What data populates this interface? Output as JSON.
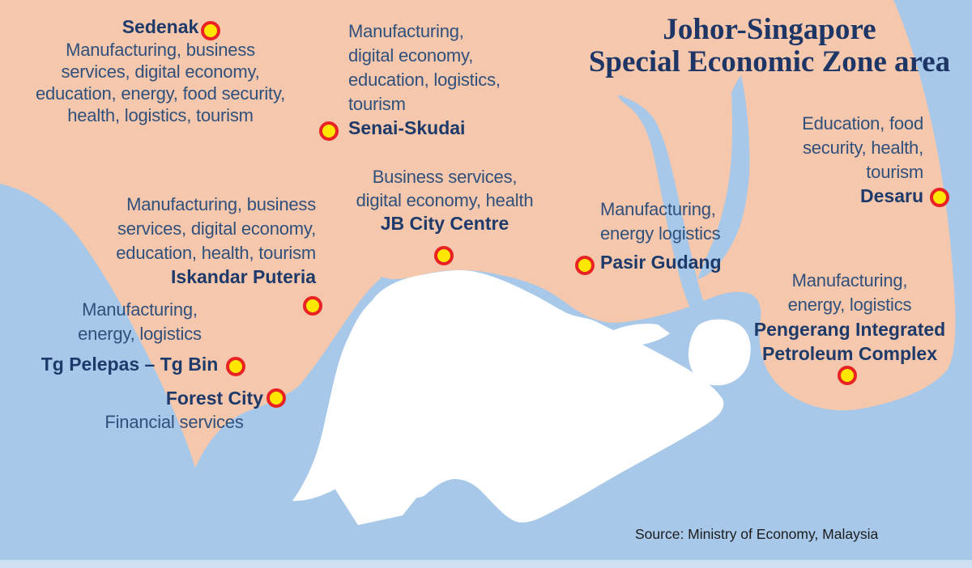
{
  "title": {
    "line1": "Johor-Singapore",
    "line2": "Special Economic Zone area"
  },
  "source": "Source: Ministry of Economy, Malaysia",
  "colors": {
    "water": "#a7c8e9",
    "land": "#f5c7ac",
    "singapore": "#ffffff",
    "marker_fill": "#ffe700",
    "marker_border": "#e92223",
    "title_text": "#1d3666",
    "description_text": "#30507c",
    "location_name_text": "#1d3a6a"
  },
  "locations": {
    "sedenak": {
      "name": "Sedenak",
      "lines": [
        "Manufacturing, business",
        "services, digital economy,",
        "education, energy, food security,",
        "health, logistics, tourism"
      ]
    },
    "senai_skudai": {
      "name": "Senai-Skudai",
      "lines": [
        "Manufacturing,",
        "digital economy,",
        "education, logistics,",
        "tourism"
      ]
    },
    "desaru": {
      "name": "Desaru",
      "lines": [
        "Education, food",
        "security, health,",
        "tourism"
      ]
    },
    "jb_city_centre": {
      "name": "JB City Centre",
      "lines": [
        "Business services,",
        "digital economy, health"
      ]
    },
    "pasir_gudang": {
      "name": "Pasir Gudang",
      "lines": [
        "Manufacturing,",
        "energy logistics"
      ]
    },
    "iskandar_puteria": {
      "name": "Iskandar Puteria",
      "lines": [
        "Manufacturing, business",
        "services, digital economy,",
        "education, health, tourism"
      ]
    },
    "tg_pelepas_tg_bin": {
      "name": "Tg Pelepas – Tg Bin",
      "lines": [
        "Manufacturing,",
        "energy, logistics"
      ]
    },
    "forest_city": {
      "name": "Forest City",
      "lines": [
        "Financial services"
      ]
    },
    "pengerang": {
      "name_line1": "Pengerang Integrated",
      "name_line2": "Petroleum Complex",
      "lines": [
        "Manufacturing,",
        "energy, logistics"
      ]
    }
  }
}
